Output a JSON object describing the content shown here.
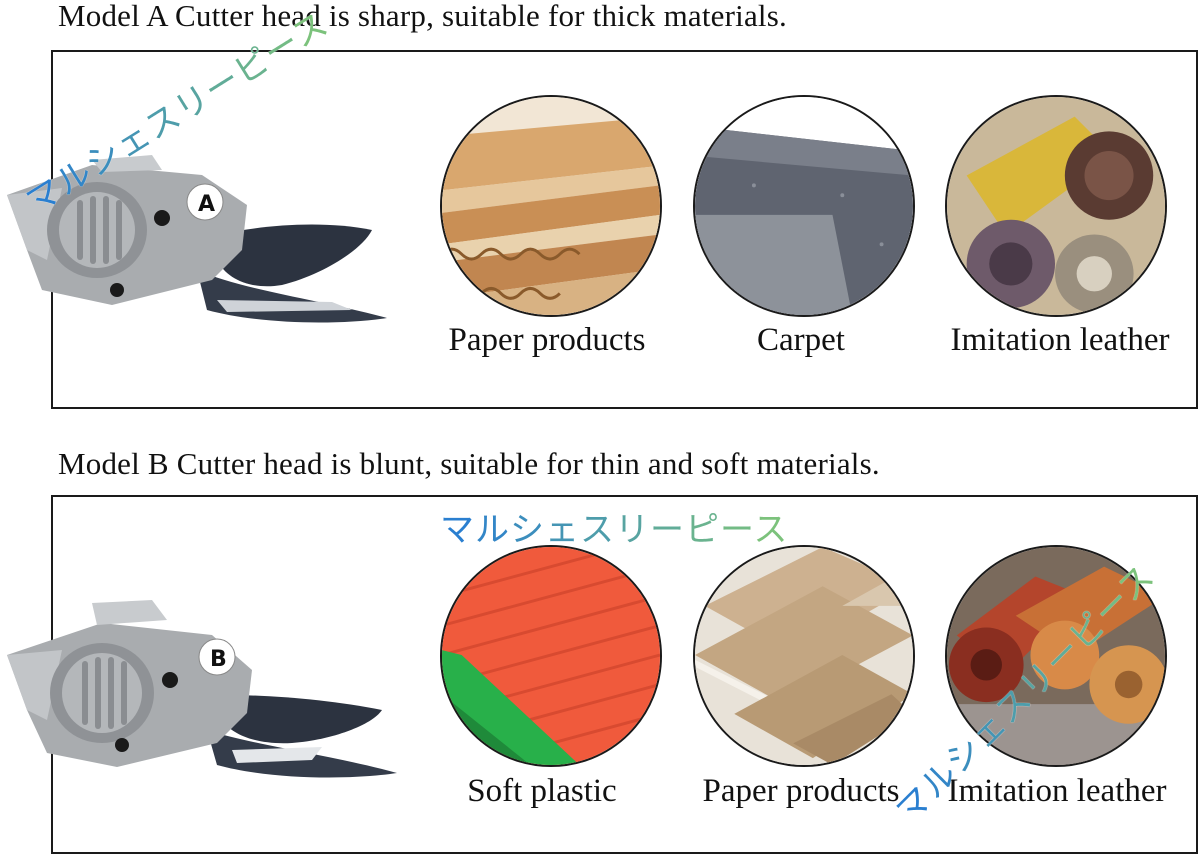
{
  "section_a": {
    "heading": "Model A Cutter head is sharp, suitable for thick materials.",
    "cutter_letter": "A",
    "materials": [
      {
        "label": "Paper products"
      },
      {
        "label": "Carpet"
      },
      {
        "label": "Imitation leather"
      }
    ]
  },
  "section_b": {
    "heading": "Model B Cutter head is blunt, suitable for thin and soft materials.",
    "cutter_letter": "B",
    "materials": [
      {
        "label": "Soft plastic"
      },
      {
        "label": "Paper products"
      },
      {
        "label": "Imitation leather"
      }
    ]
  },
  "watermark": {
    "text": "マルシェスリーピース"
  },
  "colors": {
    "watermark_blue": "#2a7fd0",
    "watermark_green": "#7cc27c",
    "cutter_body": "#a9acaf",
    "blade": "#2c3340"
  }
}
